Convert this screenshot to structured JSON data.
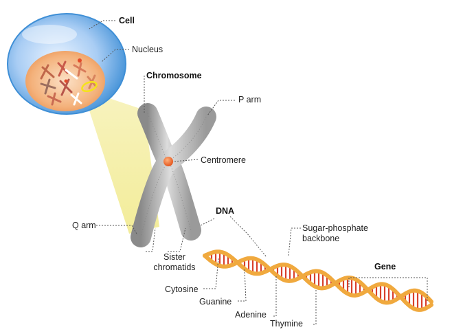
{
  "labels": {
    "cell": "Cell",
    "nucleus": "Nucleus",
    "chromosome": "Chromosome",
    "p_arm": "P arm",
    "centromere": "Centromere",
    "dna": "DNA",
    "q_arm": "Q arm",
    "sister": "Sister",
    "chromatids": "chromatids",
    "sugar_phosphate": "Sugar-phosphate",
    "backbone": "backbone",
    "gene": "Gene",
    "cytosine": "Cytosine",
    "guanine": "Guanine",
    "adenine": "Adenine",
    "thymine": "Thymine"
  },
  "colors": {
    "cell_blue": "#3f8fd6",
    "nucleus_orange": "#f1a56a",
    "spotlight_yellow": "#f6f1a6",
    "chromosome_gray": "#bdbdbd",
    "centromere": "#f0652a",
    "dna_backbone": "#f0a93e",
    "base_red": "#d8402c",
    "leader_line": "#555555"
  }
}
